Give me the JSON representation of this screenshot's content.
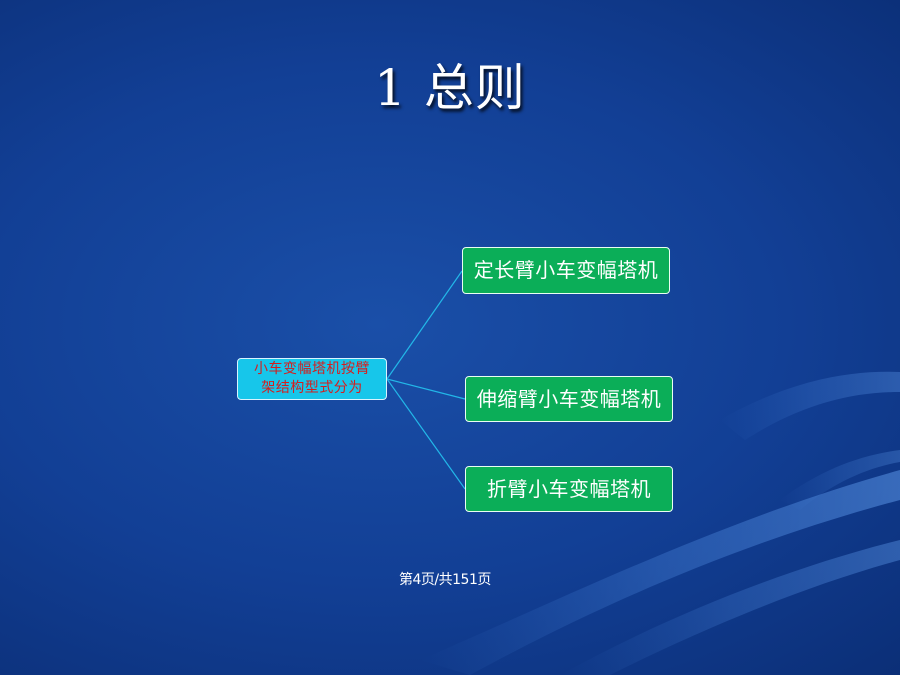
{
  "slide": {
    "title": "1 总则",
    "diagram": {
      "root": {
        "line1": "小车变幅塔机按臂",
        "line2": "架结构型式分为"
      },
      "children": [
        {
          "label": "定长臂小车变幅塔机"
        },
        {
          "label": "伸缩臂小车变幅塔机"
        },
        {
          "label": "折臂小车变幅塔机"
        }
      ]
    },
    "footer": {
      "page_number": "第4页/共151页"
    }
  },
  "colors": {
    "background_center": "#1a4fa8",
    "background_edge": "#041a4a",
    "root_fill": "#17c6ea",
    "root_text": "#d51e1e",
    "leaf_fill": "#0bae58",
    "connector": "#22b7e8"
  }
}
